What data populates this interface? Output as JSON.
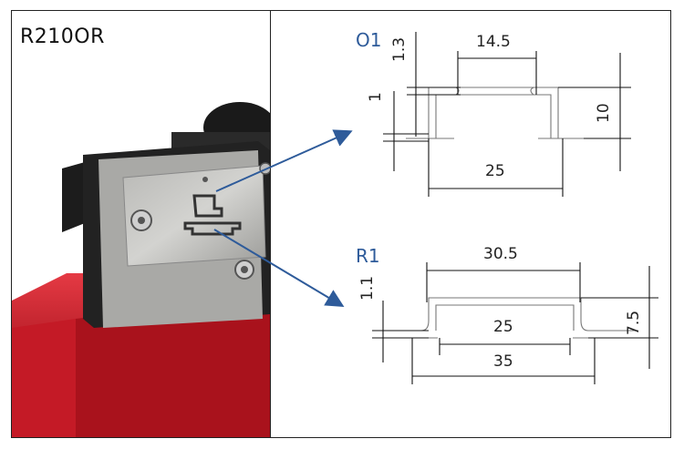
{
  "model_label": "R210OR",
  "profiles": {
    "o1": {
      "name": "O1",
      "dims": {
        "top_width": "14.5",
        "top_thickness": "1.3",
        "flange_thickness": "1",
        "height": "10",
        "base_width": "25"
      }
    },
    "r1": {
      "name": "R1",
      "dims": {
        "top_width": "30.5",
        "thickness": "1.1",
        "inner_width": "25",
        "height": "7.5",
        "outer_width": "35"
      }
    }
  },
  "colors": {
    "label_blue": "#2e5b9a",
    "arrow_blue": "#2e5b9a",
    "base_red": "#d61f2c"
  }
}
